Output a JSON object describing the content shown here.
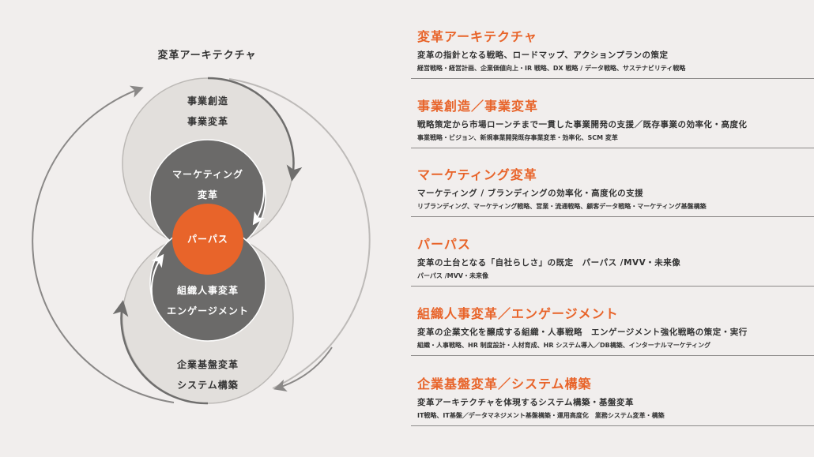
{
  "diagram": {
    "title": "変革アーキテクチャ",
    "nodes": {
      "business": [
        "事業創造",
        "事業変革"
      ],
      "marketing": [
        "マーケティング",
        "変革"
      ],
      "purpose": "パーパス",
      "hr": [
        "組織人事変革",
        "エンゲージメント"
      ],
      "infra": [
        "企業基盤変革",
        "システム構築"
      ]
    },
    "colors": {
      "accent": "#e8642a",
      "dark": "#6b6a69",
      "light": "#e2dfdc",
      "background": "#f1eeed"
    }
  },
  "sections": [
    {
      "title": "変革アーキテクチャ",
      "line1": "変革の指針となる戦略、ロードマップ、アクションプランの策定",
      "line2": "経営戦略・経営計画、企業価値向上・IR 戦略、DX 戦略 / データ戦略、サステナビリティ戦略"
    },
    {
      "title": "事業創造／事業変革",
      "line1": "戦略策定から市場ローンチまで一貫した事業開発の支援／既存事業の効率化・高度化",
      "line2": "事業戦略・ビジョン、新規事業開発既存事業変革・効率化、SCM 変革"
    },
    {
      "title": "マーケティング変革",
      "line1": "マーケティング / ブランディングの効率化・高度化の支援",
      "line2": "リブランディング、マーケティング戦略、営業・流通戦略、顧客データ戦略・マーケティング基盤構築"
    },
    {
      "title": "パーパス",
      "line1": "変革の土台となる「自社らしさ」の既定　パーパス /MVV・未来像",
      "line2": "パーパス /MVV・未来像"
    },
    {
      "title": "組織人事変革／エンゲージメント",
      "line1": "変革の企業文化を醸成する組織・人事戦略　エンゲージメント強化戦略の策定・実行",
      "line2": "組織・人事戦略、HR 制度設計・人材育成、HR システム導入／DB構築、インターナルマーケティング"
    },
    {
      "title": "企業基盤変革／システム構築",
      "line1": "変革アーキテクチャを体現するシステム構築・基盤変革",
      "line2": "IT戦略、IT基盤／データマネジメント基盤構築・運用高度化　業務システム変革・構築"
    }
  ]
}
